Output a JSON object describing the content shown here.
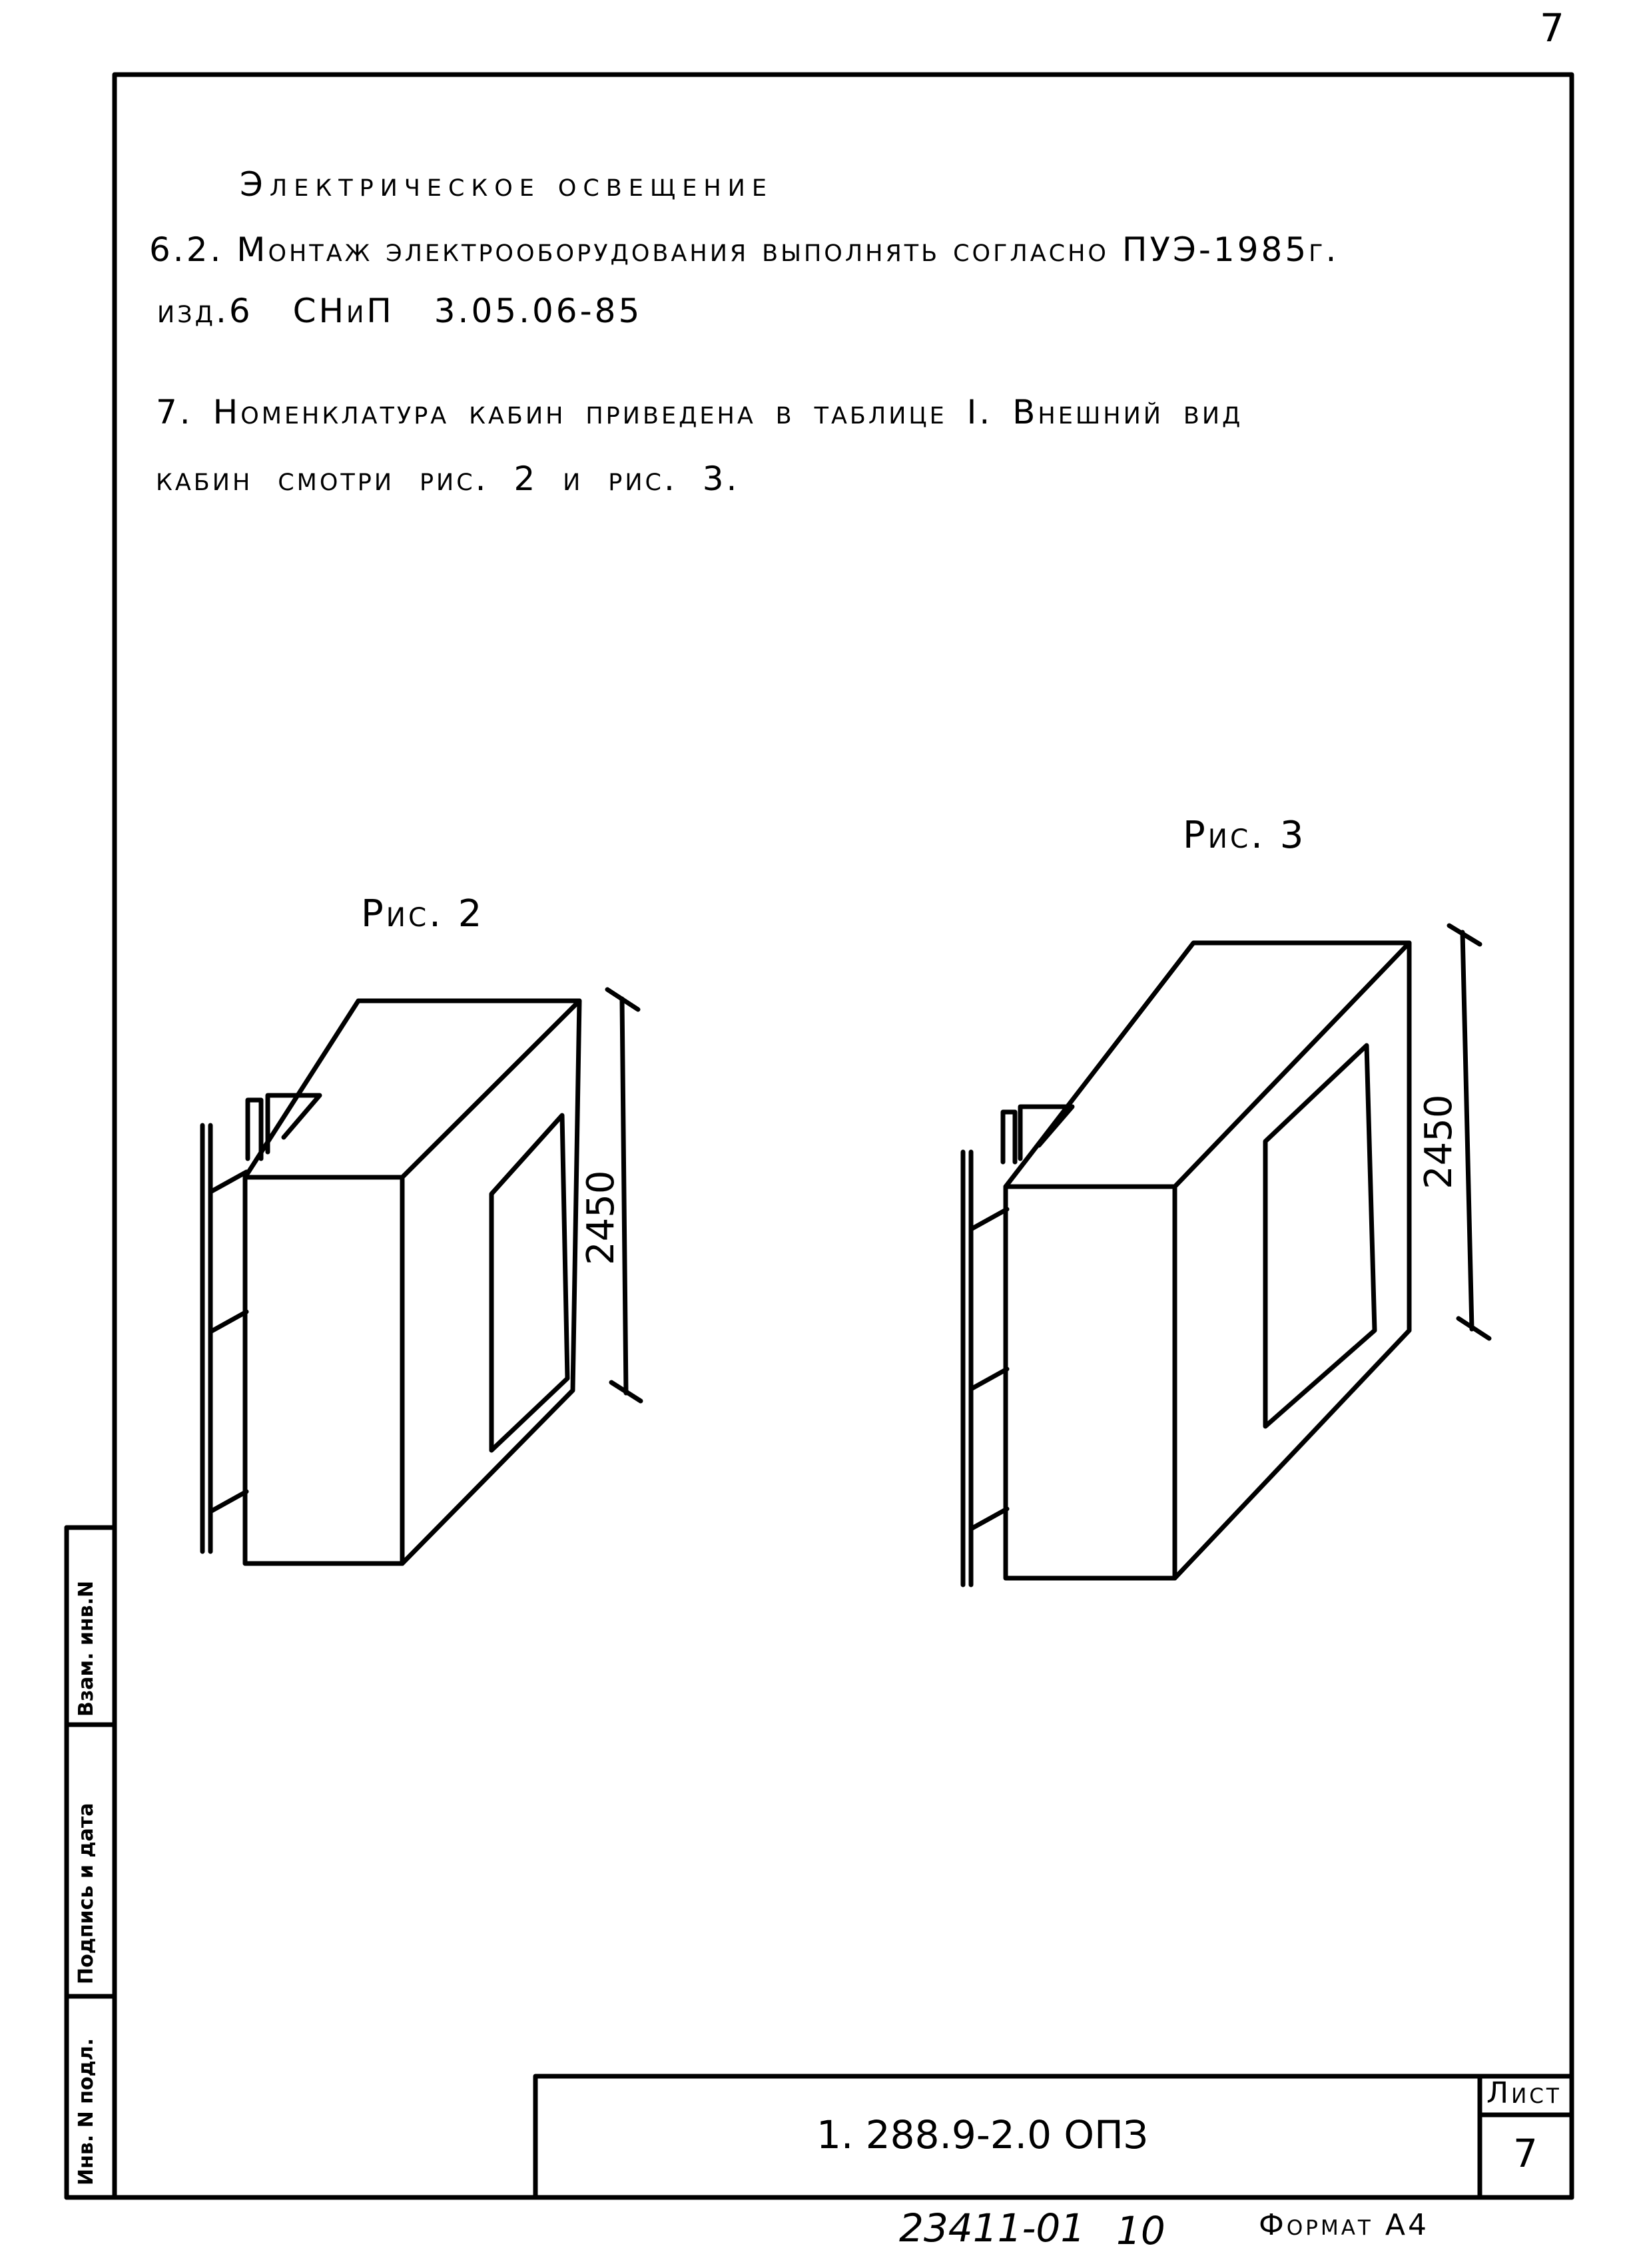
{
  "page_number_top": "7",
  "section_title": "Электрическое освещение",
  "para_6_2": {
    "line1": "6.2. Монтаж электрооборудования выполнять согласно ПУЭ-1985г.",
    "line2": "изд.6 СНиП 3.05.06-85"
  },
  "para_7": {
    "line1": "7. Номенклатура кабин приведена в таблице I. Внешний вид",
    "line2": "кабин смотри рис. 2 и рис. 3."
  },
  "figures": {
    "fig2": {
      "caption": "Рис. 2",
      "dimension": "2450"
    },
    "fig3": {
      "caption": "Рис. 3",
      "dimension": "2450"
    }
  },
  "side_stamp": {
    "inv_podl": "Инв. N подл.",
    "podpis_data": "Подпись и дата",
    "vzam_inv": "Взам. инв.N"
  },
  "title_block": {
    "code": "1. 288.9-2.0 ОПЗ",
    "sheet_label": "Лист",
    "sheet_number": "7"
  },
  "footer": {
    "doc_number": "23411-01",
    "sub_number": "10",
    "format": "Формат А4"
  }
}
